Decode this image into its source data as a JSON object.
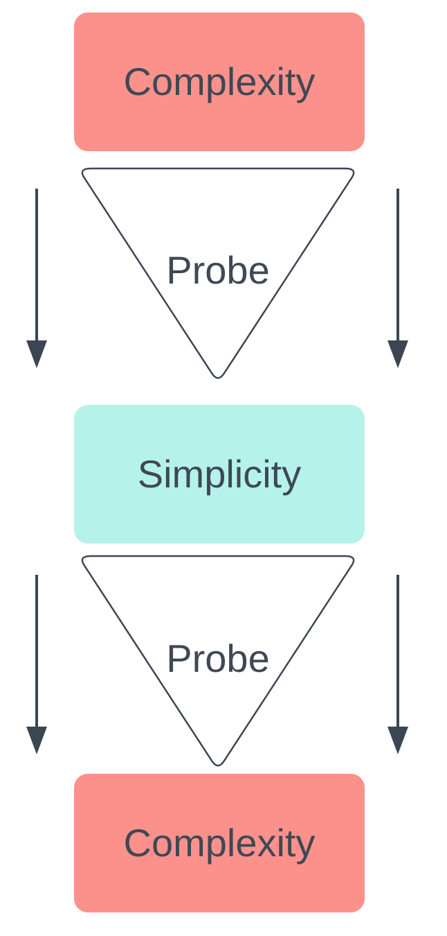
{
  "diagram": {
    "background": "#ffffff",
    "text_color": "#3f4854",
    "outline_color": "#3c4653",
    "nodes": [
      {
        "id": "complexity-top",
        "type": "rounded-box",
        "label": "Complexity",
        "fill": "#fc918c"
      },
      {
        "id": "probe-1",
        "type": "inverted-triangle",
        "label": "Probe",
        "fill": "#ffffff",
        "stroke": "#3c4653"
      },
      {
        "id": "simplicity",
        "type": "rounded-box",
        "label": "Simplicity",
        "fill": "#b5f3ea"
      },
      {
        "id": "probe-2",
        "type": "inverted-triangle",
        "label": "Probe",
        "fill": "#ffffff",
        "stroke": "#3c4653"
      },
      {
        "id": "complexity-bottom",
        "type": "rounded-box",
        "label": "Complexity",
        "fill": "#fc918c"
      }
    ],
    "connectors": [
      {
        "id": "arrow-left-1",
        "shape": "down-arrow",
        "color": "#3c4653"
      },
      {
        "id": "arrow-right-1",
        "shape": "down-arrow",
        "color": "#3c4653"
      },
      {
        "id": "arrow-left-2",
        "shape": "down-arrow",
        "color": "#3c4653"
      },
      {
        "id": "arrow-right-2",
        "shape": "down-arrow",
        "color": "#3c4653"
      }
    ]
  }
}
